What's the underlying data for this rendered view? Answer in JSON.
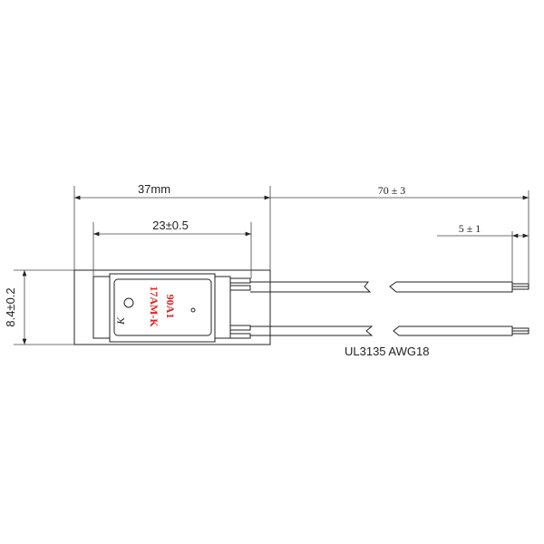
{
  "dimensions": {
    "body_length": "37mm",
    "plate_length": "23±0.5",
    "wire_length": "70 ± 3",
    "strip_length": "5 ± 1",
    "body_height": "8.4±0.2"
  },
  "wire_label": "UL3135 AWG18",
  "device_marking": {
    "logo": "K",
    "model": "17AM-K",
    "rating": "90A1",
    "text_color": "#e02020"
  }
}
